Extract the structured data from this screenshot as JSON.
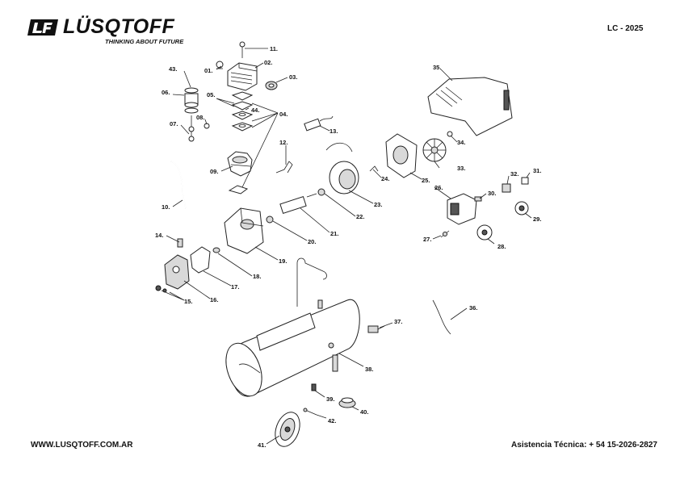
{
  "header": {
    "brand": "LÜSQTOFF",
    "tagline": "THINKING ABOUT FUTURE",
    "model": "LC  - 2025"
  },
  "footer": {
    "website": "WWW.LUSQTOFF.COM.AR",
    "support": "Asistencia Técnica: + 54 15-2026-2827"
  },
  "parts": [
    {
      "id": "p01",
      "label": "01."
    },
    {
      "id": "p02",
      "label": "02."
    },
    {
      "id": "p03",
      "label": "03."
    },
    {
      "id": "p04",
      "label": "04."
    },
    {
      "id": "p05",
      "label": "05."
    },
    {
      "id": "p06",
      "label": "06."
    },
    {
      "id": "p07",
      "label": "07."
    },
    {
      "id": "p08",
      "label": "08."
    },
    {
      "id": "p09",
      "label": "09."
    },
    {
      "id": "p10",
      "label": "10."
    },
    {
      "id": "p11",
      "label": "11."
    },
    {
      "id": "p12",
      "label": "12."
    },
    {
      "id": "p13",
      "label": "13."
    },
    {
      "id": "p14",
      "label": "14."
    },
    {
      "id": "p15",
      "label": "15."
    },
    {
      "id": "p16",
      "label": "16."
    },
    {
      "id": "p17",
      "label": "17."
    },
    {
      "id": "p18",
      "label": "18."
    },
    {
      "id": "p19",
      "label": "19."
    },
    {
      "id": "p20",
      "label": "20."
    },
    {
      "id": "p21",
      "label": "21."
    },
    {
      "id": "p22",
      "label": "22."
    },
    {
      "id": "p23",
      "label": "23."
    },
    {
      "id": "p24",
      "label": "24."
    },
    {
      "id": "p25",
      "label": "25."
    },
    {
      "id": "p26",
      "label": "26."
    },
    {
      "id": "p27",
      "label": "27."
    },
    {
      "id": "p28",
      "label": "28."
    },
    {
      "id": "p29",
      "label": "29."
    },
    {
      "id": "p30",
      "label": "30."
    },
    {
      "id": "p31",
      "label": "31."
    },
    {
      "id": "p32",
      "label": "32."
    },
    {
      "id": "p33",
      "label": "33."
    },
    {
      "id": "p34",
      "label": "34."
    },
    {
      "id": "p35",
      "label": "35."
    },
    {
      "id": "p36",
      "label": "36."
    },
    {
      "id": "p37",
      "label": "37."
    },
    {
      "id": "p38",
      "label": "38."
    },
    {
      "id": "p39",
      "label": "39."
    },
    {
      "id": "p40",
      "label": "40."
    },
    {
      "id": "p41",
      "label": "41."
    },
    {
      "id": "p42",
      "label": "42."
    },
    {
      "id": "p43",
      "label": "43."
    },
    {
      "id": "p44",
      "label": "44."
    }
  ]
}
